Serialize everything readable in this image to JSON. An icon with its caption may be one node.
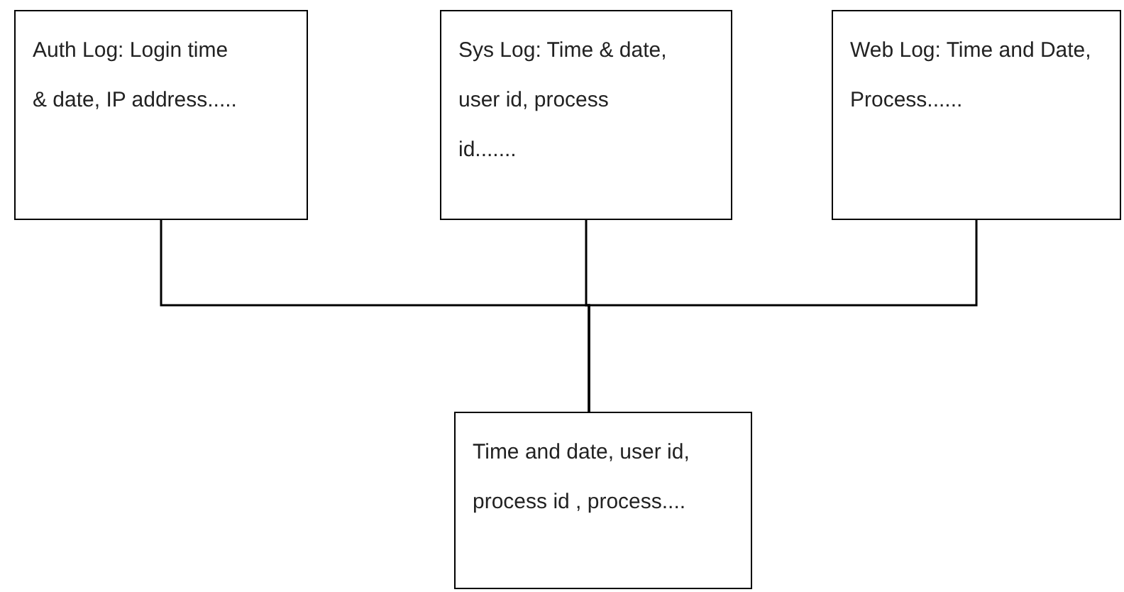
{
  "diagram": {
    "nodes": [
      {
        "text": [
          "Auth Log: Login time & date, IP address....."
        ]
      },
      {
        "text": [
          "Sys Log: Time & date, user id, process id......."
        ]
      },
      {
        "text": [
          "Web Log: Time and Date, Process......"
        ]
      },
      {
        "text": [
          "Time and date, user id, process id , process...."
        ]
      }
    ],
    "edges": [
      {
        "from": 0,
        "to": 3,
        "arrow": "none"
      },
      {
        "from": 1,
        "to": 3,
        "arrow": "none"
      },
      {
        "from": 2,
        "to": 3,
        "arrow": "none"
      }
    ]
  }
}
